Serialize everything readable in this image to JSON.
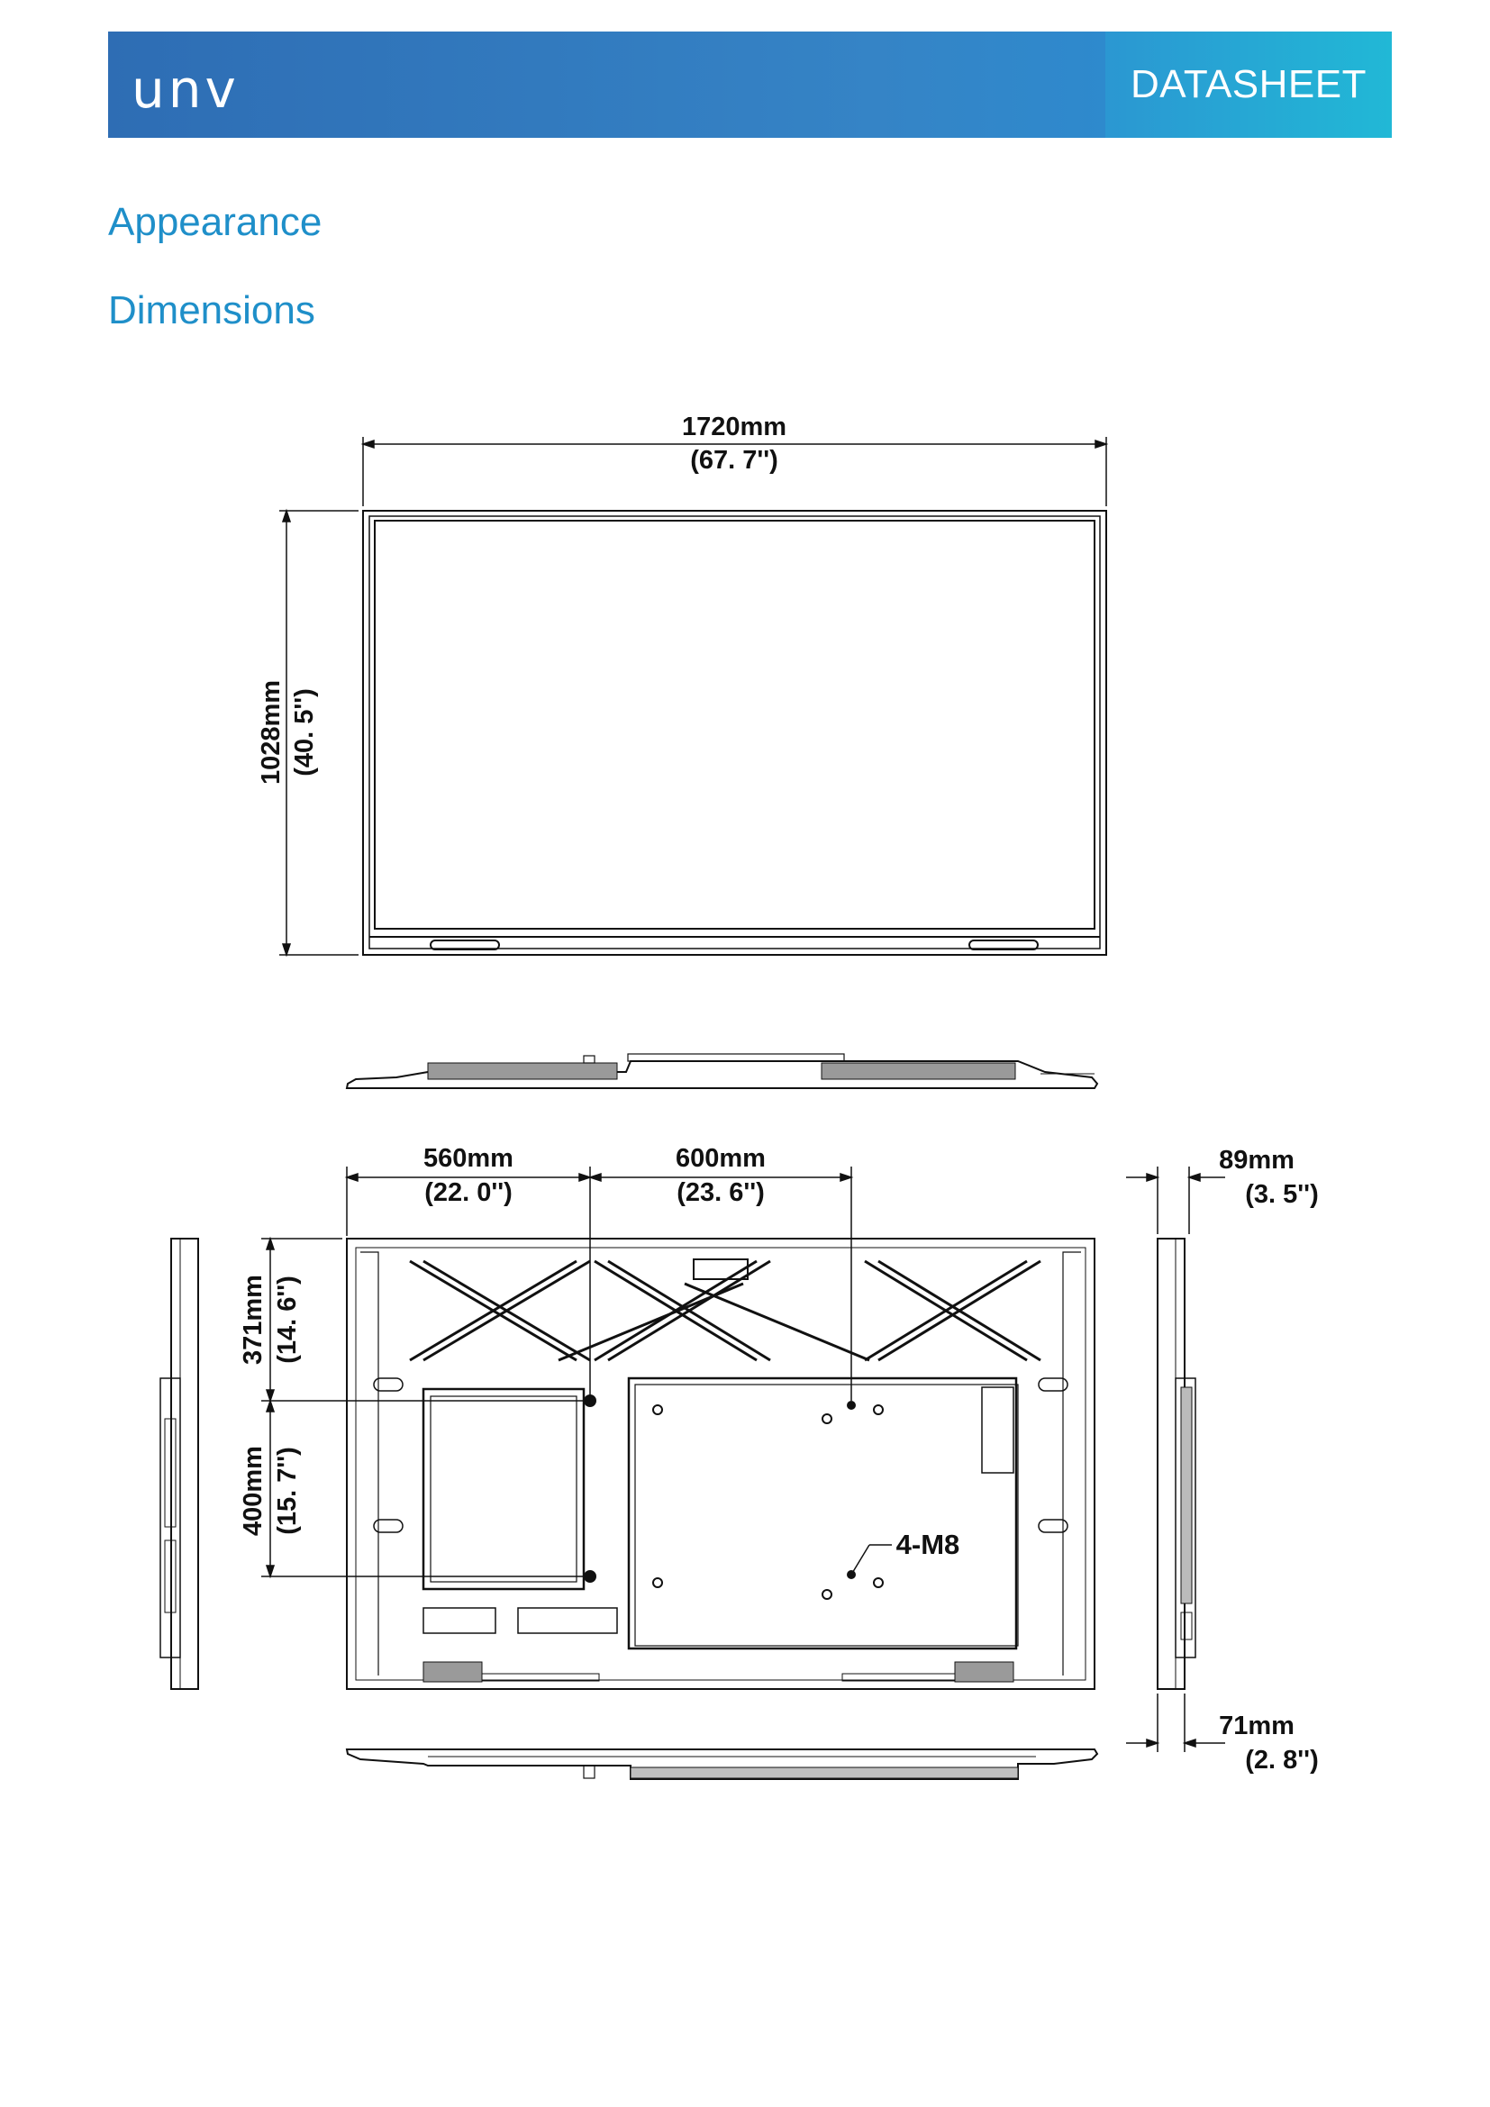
{
  "header": {
    "logo_text": "unv",
    "tag": "DATASHEET",
    "colors": {
      "banner": "#3584c6",
      "tag_box": "#21b8d6",
      "heading": "#1f8fc9"
    }
  },
  "sections": {
    "appearance": "Appearance",
    "dimensions": "Dimensions"
  },
  "drawing": {
    "width_mm": "1720mm",
    "width_in": "(67. 7'')",
    "height_mm": "1028mm",
    "height_in": "(40. 5'')",
    "vesa_left_mm": "560mm",
    "vesa_left_in": "(22. 0'')",
    "vesa_right_mm": "600mm",
    "vesa_right_in": "(23. 6'')",
    "depth_mm": "89mm",
    "depth_in": "(3. 5'')",
    "top_offset_mm": "371mm",
    "top_offset_in": "(14. 6'')",
    "vesa_vert_mm": "400mm",
    "vesa_vert_in": "(15. 7'')",
    "screw": "4-M8",
    "slim_depth_mm": "71mm",
    "slim_depth_in": "(2. 8'')"
  }
}
